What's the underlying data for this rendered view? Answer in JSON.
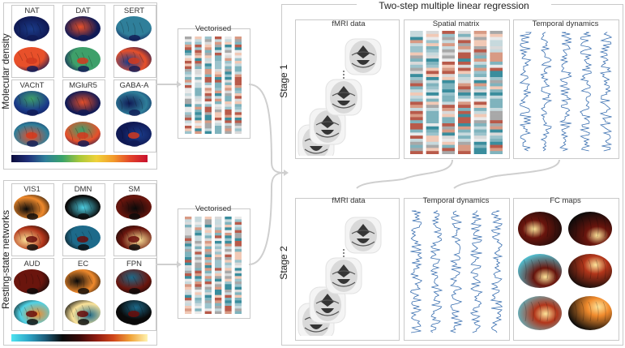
{
  "main_title": "Two-step multiple linear regression",
  "left": {
    "molecular": {
      "side_label": "Molecular density",
      "maps": [
        "NAT",
        "DAT",
        "SERT",
        "VAChT",
        "MGluR5",
        "GABA-A"
      ],
      "colorbar": [
        "#0b0b3b",
        "#20307a",
        "#2f7f9a",
        "#39a36a",
        "#a7c83a",
        "#f0d23a",
        "#f39a2b",
        "#e2432a",
        "#c8102e"
      ]
    },
    "networks": {
      "side_label": "Resting-state networks",
      "maps": [
        "VIS1",
        "DMN",
        "SM",
        "AUD",
        "EC",
        "FPN"
      ],
      "colorbar": [
        "#4fe3f0",
        "#2ea7c8",
        "#1c5b78",
        "#0a0a0a",
        "#3a0a08",
        "#8e1b10",
        "#d0461a",
        "#f0a43a",
        "#fff3b0"
      ]
    }
  },
  "vectorised_label": "Vectorised",
  "stage1": {
    "label": "Stage 1",
    "fmri": "fMRI data",
    "spatial": "Spatial matrix",
    "temporal": "Temporal dynamics"
  },
  "stage2": {
    "label": "Stage 2",
    "fmri": "fMRI data",
    "temporal": "Temporal dynamics",
    "fc": "FC maps"
  },
  "colors": {
    "frame": "#c9c9c9",
    "arrow": "#cfcfcf",
    "signal": "#3a6fb0",
    "bar_palette": [
      "#3a8d9d",
      "#7fb3bd",
      "#c7d9dd",
      "#e9e9e9",
      "#d9d9d9",
      "#f1c9b6",
      "#d89a84",
      "#b85a4a",
      "#9cc3cc",
      "#a8a8a8"
    ]
  }
}
